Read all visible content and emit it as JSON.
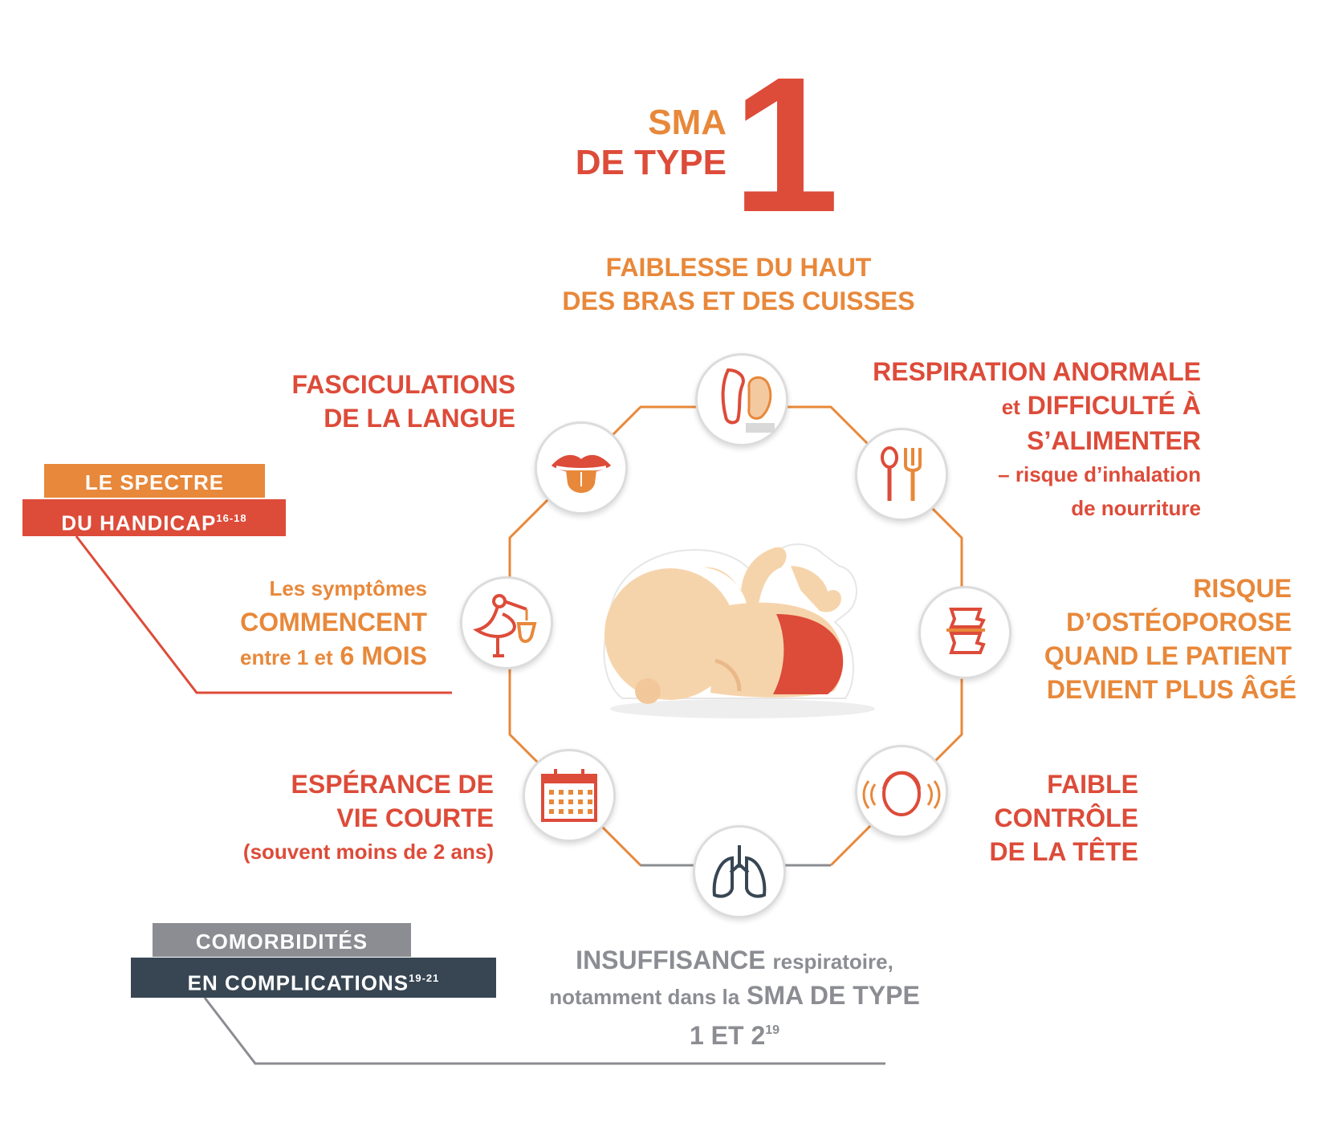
{
  "title": {
    "sma": "SMA",
    "de_type": "DE TYPE",
    "number": "1"
  },
  "badges": {
    "spectre_line1": "LE SPECTRE",
    "spectre_line2": "DU HANDICAP",
    "spectre_ref": "16-18",
    "comorbidites_line1": "COMORBIDITÉS",
    "comorbidites_line2": "EN COMPLICATIONS",
    "comorbidites_ref": "19-21"
  },
  "labels": {
    "faiblesse": {
      "line1": "FAIBLESSE DU HAUT",
      "line2": "DES BRAS ET DES CUISSES"
    },
    "respiration": {
      "line1": "RESPIRATION ANORMALE",
      "line2_small": "et",
      "line2": "DIFFICULTÉ À",
      "line3": "S’ALIMENTER",
      "line4": "– risque d’inhalation",
      "line5": "de nourriture"
    },
    "fasciculations": {
      "line1": "FASCICULATIONS",
      "line2": "DE LA LANGUE"
    },
    "osteoporose": {
      "line1": "RISQUE",
      "line2": "D’OSTÉOPOROSE",
      "line3": "QUAND LE PATIENT",
      "line4": "DEVIENT PLUS ÂGÉ"
    },
    "symptomes": {
      "line1": "Les symptômes",
      "line2": "COMMENCENT",
      "line3_small": "entre 1 et",
      "line3": "6 MOIS"
    },
    "esperance": {
      "line1": "ESPÉRANCE DE",
      "line2": "VIE COURTE",
      "line3": "(souvent moins de 2 ans)"
    },
    "tete": {
      "line1": "FAIBLE",
      "line2": "CONTRÔLE",
      "line3": "DE LA TÊTE"
    },
    "insuffisance": {
      "line1_strong": "INSUFFISANCE",
      "line1": "respiratoire,",
      "line2_small": "notamment dans la",
      "line2": "SMA DE TYPE",
      "line3": "1 ET 2",
      "line3_ref": "19"
    }
  },
  "icons": [
    "arm-leg-icon",
    "fork-spoon-icon",
    "bone-icon",
    "head-shake-icon",
    "lungs-icon",
    "calendar-icon",
    "stork-icon",
    "tongue-icon",
    "baby-icon"
  ],
  "colors": {
    "orange": "#e8883a",
    "red": "#dd4b39",
    "grey": "#8b8d92",
    "dark": "#384653",
    "skin": "#f6d4ab"
  }
}
